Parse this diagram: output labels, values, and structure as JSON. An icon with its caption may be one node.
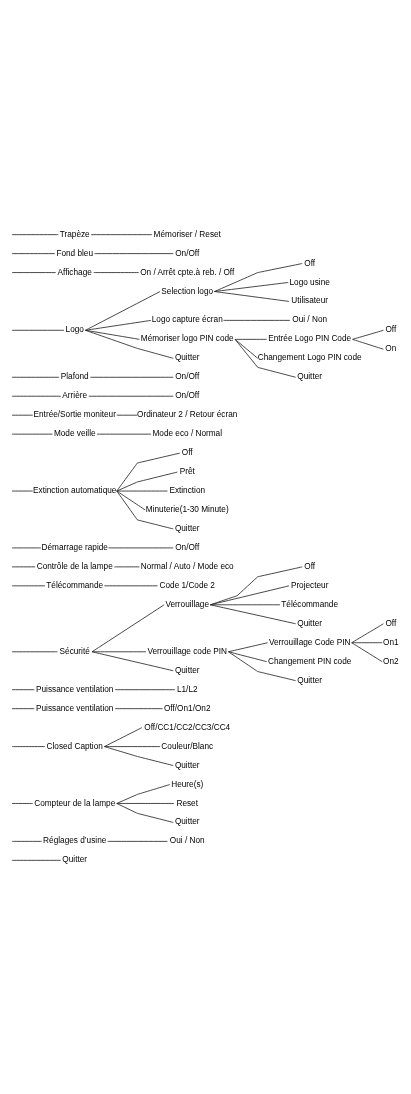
{
  "diagram": {
    "nodes": [
      {
        "text": [
          "Trapèze"
        ]
      },
      {
        "text": [
          "Mémoriser / Reset"
        ]
      },
      {
        "text": [
          "Fond bleu"
        ]
      },
      {
        "text": [
          "On/Off"
        ]
      },
      {
        "text": [
          "Affichage"
        ]
      },
      {
        "text": [
          "On / Arrêt cpte.à reb. / Off"
        ]
      },
      {
        "text": [
          "Logo"
        ]
      },
      {
        "text": [
          "Selection logo"
        ]
      },
      {
        "text": [
          "Off"
        ]
      },
      {
        "text": [
          "Logo usine"
        ]
      },
      {
        "text": [
          "Utilisateur"
        ]
      },
      {
        "text": [
          "Logo capture écran"
        ]
      },
      {
        "text": [
          "Oui / Non"
        ]
      },
      {
        "text": [
          "Mémoriser logo PIN code"
        ]
      },
      {
        "text": [
          "Entrée Logo PIN Code"
        ]
      },
      {
        "text": [
          "Off"
        ]
      },
      {
        "text": [
          "On"
        ]
      },
      {
        "text": [
          "Changement Logo PIN code"
        ]
      },
      {
        "text": [
          "Quitter"
        ]
      },
      {
        "text": [
          "Quitter"
        ]
      },
      {
        "text": [
          "Plafond"
        ]
      },
      {
        "text": [
          "On/Off"
        ]
      },
      {
        "text": [
          "Arrière"
        ]
      },
      {
        "text": [
          "On/Off"
        ]
      },
      {
        "text": [
          "Entrée/Sortie moniteur"
        ]
      },
      {
        "text": [
          "Ordinateur 2 / Retour écran"
        ]
      },
      {
        "text": [
          "Mode veille"
        ]
      },
      {
        "text": [
          "Mode eco / Normal"
        ]
      },
      {
        "text": [
          "Extinction automatique"
        ]
      },
      {
        "text": [
          "Off"
        ]
      },
      {
        "text": [
          "Prêt"
        ]
      },
      {
        "text": [
          "Extinction"
        ]
      },
      {
        "text": [
          "Minuterie(1-30 Minute)"
        ]
      },
      {
        "text": [
          "Quitter"
        ]
      },
      {
        "text": [
          "Démarrage rapide"
        ]
      },
      {
        "text": [
          "On/Off"
        ]
      },
      {
        "text": [
          "Contrôle de la lampe"
        ]
      },
      {
        "text": [
          "Normal / Auto / Mode eco"
        ]
      },
      {
        "text": [
          "Télécommande"
        ]
      },
      {
        "text": [
          "Code 1/Code 2"
        ]
      },
      {
        "text": [
          "Sécurité"
        ]
      },
      {
        "text": [
          "Verrouillage"
        ]
      },
      {
        "text": [
          "Off"
        ]
      },
      {
        "text": [
          "Projecteur"
        ]
      },
      {
        "text": [
          "Télécommande"
        ]
      },
      {
        "text": [
          "Quitter"
        ]
      },
      {
        "text": [
          "Verrouillage code PIN"
        ]
      },
      {
        "text": [
          "Verrouillage Code PIN"
        ]
      },
      {
        "text": [
          "Off"
        ]
      },
      {
        "text": [
          "On1"
        ]
      },
      {
        "text": [
          "On2"
        ]
      },
      {
        "text": [
          "Changement PIN code"
        ]
      },
      {
        "text": [
          "Quitter"
        ]
      },
      {
        "text": [
          "Quitter"
        ]
      },
      {
        "text": [
          "Puissance ventilation"
        ]
      },
      {
        "text": [
          "L1/L2"
        ]
      },
      {
        "text": [
          "Puissance ventilation"
        ]
      },
      {
        "text": [
          "Off/On1/On2"
        ]
      },
      {
        "text": [
          "Closed Caption"
        ]
      },
      {
        "text": [
          "Off/CC1/CC2/CC3/CC4"
        ]
      },
      {
        "text": [
          "Couleur/Blanc"
        ]
      },
      {
        "text": [
          "Quitter"
        ]
      },
      {
        "text": [
          "Compteur de la lampe"
        ]
      },
      {
        "text": [
          "Heure(s)"
        ]
      },
      {
        "text": [
          "Reset"
        ]
      },
      {
        "text": [
          "Quitter"
        ]
      },
      {
        "text": [
          "Réglages d’usine"
        ]
      },
      {
        "text": [
          "Oui / Non"
        ]
      },
      {
        "text": [
          "Quitter"
        ]
      }
    ],
    "edges": [
      {
        "from": null,
        "to": 0,
        "arrow": "none"
      },
      {
        "from": 0,
        "to": 1,
        "arrow": "none"
      },
      {
        "from": null,
        "to": 2,
        "arrow": "none"
      },
      {
        "from": 2,
        "to": 3,
        "arrow": "none"
      },
      {
        "from": null,
        "to": 4,
        "arrow": "none"
      },
      {
        "from": 4,
        "to": 5,
        "arrow": "none"
      },
      {
        "from": null,
        "to": 6,
        "arrow": "none"
      },
      {
        "from": 6,
        "to": 7,
        "arrow": "none"
      },
      {
        "from": 7,
        "to": 8,
        "arrow": "none"
      },
      {
        "from": 7,
        "to": 9,
        "arrow": "none"
      },
      {
        "from": 7,
        "to": 10,
        "arrow": "none"
      },
      {
        "from": 6,
        "to": 11,
        "arrow": "none"
      },
      {
        "from": 11,
        "to": 12,
        "arrow": "none"
      },
      {
        "from": 6,
        "to": 13,
        "arrow": "none"
      },
      {
        "from": 13,
        "to": 14,
        "arrow": "none"
      },
      {
        "from": 14,
        "to": 15,
        "arrow": "none"
      },
      {
        "from": 14,
        "to": 16,
        "arrow": "none"
      },
      {
        "from": 13,
        "to": 17,
        "arrow": "none"
      },
      {
        "from": 13,
        "to": 18,
        "arrow": "none"
      },
      {
        "from": 6,
        "to": 19,
        "arrow": "none"
      },
      {
        "from": null,
        "to": 20,
        "arrow": "none"
      },
      {
        "from": 20,
        "to": 21,
        "arrow": "none"
      },
      {
        "from": null,
        "to": 22,
        "arrow": "none"
      },
      {
        "from": 22,
        "to": 23,
        "arrow": "none"
      },
      {
        "from": null,
        "to": 24,
        "arrow": "none"
      },
      {
        "from": 24,
        "to": 25,
        "arrow": "none"
      },
      {
        "from": null,
        "to": 26,
        "arrow": "none"
      },
      {
        "from": 26,
        "to": 27,
        "arrow": "none"
      },
      {
        "from": null,
        "to": 28,
        "arrow": "none"
      },
      {
        "from": 28,
        "to": 29,
        "arrow": "none"
      },
      {
        "from": 28,
        "to": 30,
        "arrow": "none"
      },
      {
        "from": 28,
        "to": 31,
        "arrow": "none"
      },
      {
        "from": 28,
        "to": 32,
        "arrow": "none"
      },
      {
        "from": 28,
        "to": 33,
        "arrow": "none"
      },
      {
        "from": null,
        "to": 34,
        "arrow": "none"
      },
      {
        "from": 34,
        "to": 35,
        "arrow": "none"
      },
      {
        "from": null,
        "to": 36,
        "arrow": "none"
      },
      {
        "from": 36,
        "to": 37,
        "arrow": "none"
      },
      {
        "from": null,
        "to": 38,
        "arrow": "none"
      },
      {
        "from": 38,
        "to": 39,
        "arrow": "none"
      },
      {
        "from": null,
        "to": 40,
        "arrow": "none"
      },
      {
        "from": 40,
        "to": 41,
        "arrow": "none"
      },
      {
        "from": 41,
        "to": 42,
        "arrow": "none"
      },
      {
        "from": 41,
        "to": 43,
        "arrow": "none"
      },
      {
        "from": 41,
        "to": 44,
        "arrow": "none"
      },
      {
        "from": 41,
        "to": 45,
        "arrow": "none"
      },
      {
        "from": 40,
        "to": 46,
        "arrow": "none"
      },
      {
        "from": 46,
        "to": 47,
        "arrow": "none"
      },
      {
        "from": 47,
        "to": 48,
        "arrow": "none"
      },
      {
        "from": 47,
        "to": 49,
        "arrow": "none"
      },
      {
        "from": 47,
        "to": 50,
        "arrow": "none"
      },
      {
        "from": 46,
        "to": 51,
        "arrow": "none"
      },
      {
        "from": 46,
        "to": 52,
        "arrow": "none"
      },
      {
        "from": 40,
        "to": 53,
        "arrow": "none"
      },
      {
        "from": null,
        "to": 54,
        "arrow": "none"
      },
      {
        "from": 54,
        "to": 55,
        "arrow": "none"
      },
      {
        "from": null,
        "to": 56,
        "arrow": "none"
      },
      {
        "from": 56,
        "to": 57,
        "arrow": "none"
      },
      {
        "from": null,
        "to": 58,
        "arrow": "none"
      },
      {
        "from": 58,
        "to": 59,
        "arrow": "none"
      },
      {
        "from": 58,
        "to": 60,
        "arrow": "none"
      },
      {
        "from": 58,
        "to": 61,
        "arrow": "none"
      },
      {
        "from": null,
        "to": 62,
        "arrow": "none"
      },
      {
        "from": 62,
        "to": 63,
        "arrow": "none"
      },
      {
        "from": 62,
        "to": 64,
        "arrow": "none"
      },
      {
        "from": 62,
        "to": 65,
        "arrow": "none"
      },
      {
        "from": null,
        "to": 66,
        "arrow": "none"
      },
      {
        "from": 66,
        "to": 67,
        "arrow": "none"
      },
      {
        "from": null,
        "to": 68,
        "arrow": "none"
      }
    ]
  }
}
